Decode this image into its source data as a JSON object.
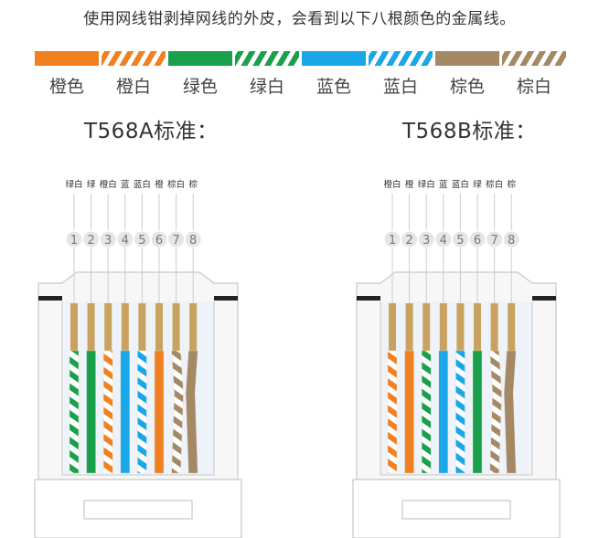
{
  "intro": "使用网线钳剥掉网线的外皮，会看到以下八根颜色的金属线。",
  "legend": [
    {
      "label": "橙色",
      "color": "#f08020",
      "striped": false
    },
    {
      "label": "橙白",
      "color": "#f08020",
      "striped": true
    },
    {
      "label": "绿色",
      "color": "#1aa04a",
      "striped": false
    },
    {
      "label": "绿白",
      "color": "#1aa04a",
      "striped": true
    },
    {
      "label": "蓝色",
      "color": "#19a7e8",
      "striped": false
    },
    {
      "label": "蓝白",
      "color": "#19a7e8",
      "striped": true
    },
    {
      "label": "棕色",
      "color": "#a58864",
      "striped": false
    },
    {
      "label": "棕白",
      "color": "#a58864",
      "striped": true
    }
  ],
  "standards": [
    {
      "title": "T568A标准：",
      "pins": [
        "1",
        "2",
        "3",
        "4",
        "5",
        "6",
        "7",
        "8"
      ],
      "wires": [
        {
          "label": "绿白",
          "color": "#1aa04a",
          "striped": true
        },
        {
          "label": "绿",
          "color": "#1aa04a",
          "striped": false
        },
        {
          "label": "橙白",
          "color": "#f08020",
          "striped": true
        },
        {
          "label": "蓝",
          "color": "#19a7e8",
          "striped": false
        },
        {
          "label": "蓝白",
          "color": "#19a7e8",
          "striped": true
        },
        {
          "label": "橙",
          "color": "#f08020",
          "striped": false
        },
        {
          "label": "棕白",
          "color": "#a58864",
          "striped": true
        },
        {
          "label": "棕",
          "color": "#a58864",
          "striped": false
        }
      ]
    },
    {
      "title": "T568B标准：",
      "pins": [
        "1",
        "2",
        "3",
        "4",
        "5",
        "6",
        "7",
        "8"
      ],
      "wires": [
        {
          "label": "橙白",
          "color": "#f08020",
          "striped": true
        },
        {
          "label": "橙",
          "color": "#f08020",
          "striped": false
        },
        {
          "label": "绿白",
          "color": "#1aa04a",
          "striped": true
        },
        {
          "label": "蓝",
          "color": "#19a7e8",
          "striped": false
        },
        {
          "label": "蓝白",
          "color": "#19a7e8",
          "striped": true
        },
        {
          "label": "绿",
          "color": "#1aa04a",
          "striped": false
        },
        {
          "label": "棕白",
          "color": "#a58864",
          "striped": true
        },
        {
          "label": "棕",
          "color": "#a58864",
          "striped": false
        }
      ]
    }
  ],
  "colors": {
    "gold_contact": "#c8a25e",
    "connector_outline": "#c8c8c8",
    "latch_bar": "#222222"
  }
}
